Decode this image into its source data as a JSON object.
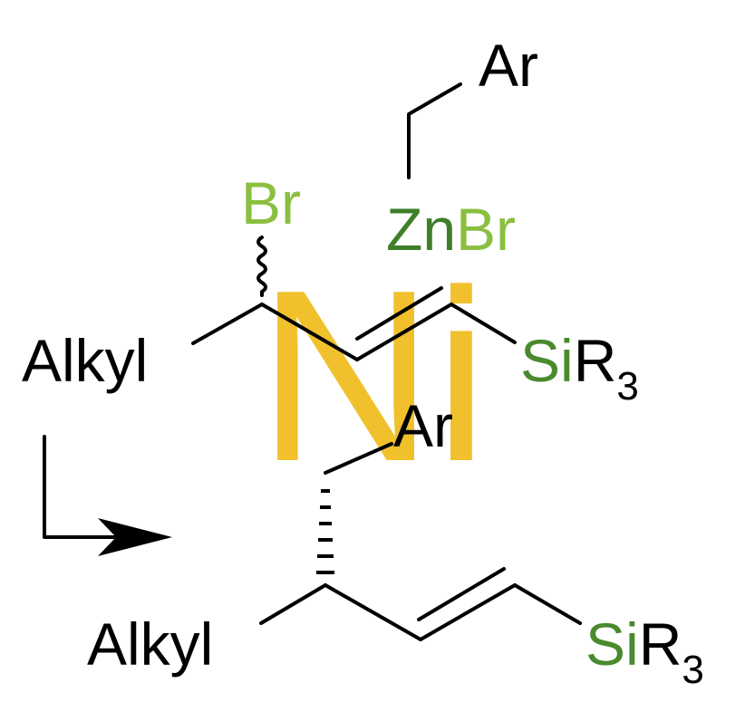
{
  "labels": {
    "ar_top": "Ar",
    "br_top": "Br",
    "zn_part": "Zn",
    "zn_br_part": "Br",
    "alkyl_top": "Alkyl",
    "si_top": "Si",
    "r_top": "R",
    "sub_top": "3",
    "catalyst": "Ni",
    "ar_bottom": "Ar",
    "alkyl_bottom": "Alkyl",
    "si_bottom": "Si",
    "r_bottom": "R",
    "sub_bottom": "3"
  },
  "colors": {
    "bromine": "#8BBF3F",
    "zinc": "#3F7F2A",
    "silicon": "#4A8A2E",
    "nickel": "#F0C12D",
    "bond": "#000000",
    "text": "#000000"
  }
}
